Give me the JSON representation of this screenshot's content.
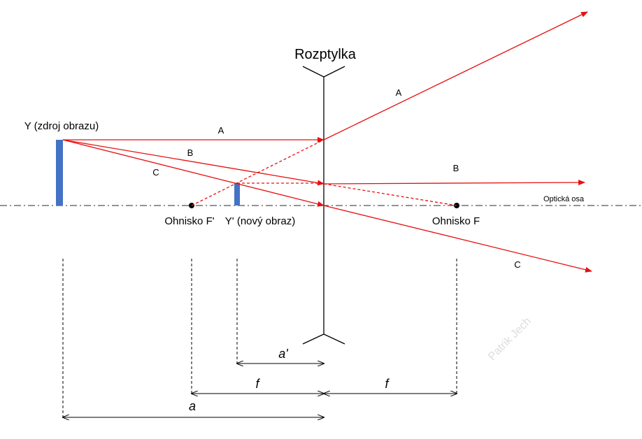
{
  "title": "Rozptylka",
  "axis_label": "Optická osa",
  "object_label": "Y (zdroj obrazu)",
  "image_label": "Y' (nový obraz)",
  "focus_left_label": "Ohnisko F'",
  "focus_right_label": "Ohnisko F",
  "rays": {
    "a_in": "A",
    "a_out": "A",
    "b_in": "B",
    "b_out": "B",
    "c_in": "C",
    "c_out": "C"
  },
  "dimensions": {
    "a_prime": "a'",
    "f_left": "f",
    "f_right": "f",
    "a": "a"
  },
  "watermark": "Patrik Jech",
  "colors": {
    "ray": "#e81010",
    "object": "#4472c4"
  }
}
